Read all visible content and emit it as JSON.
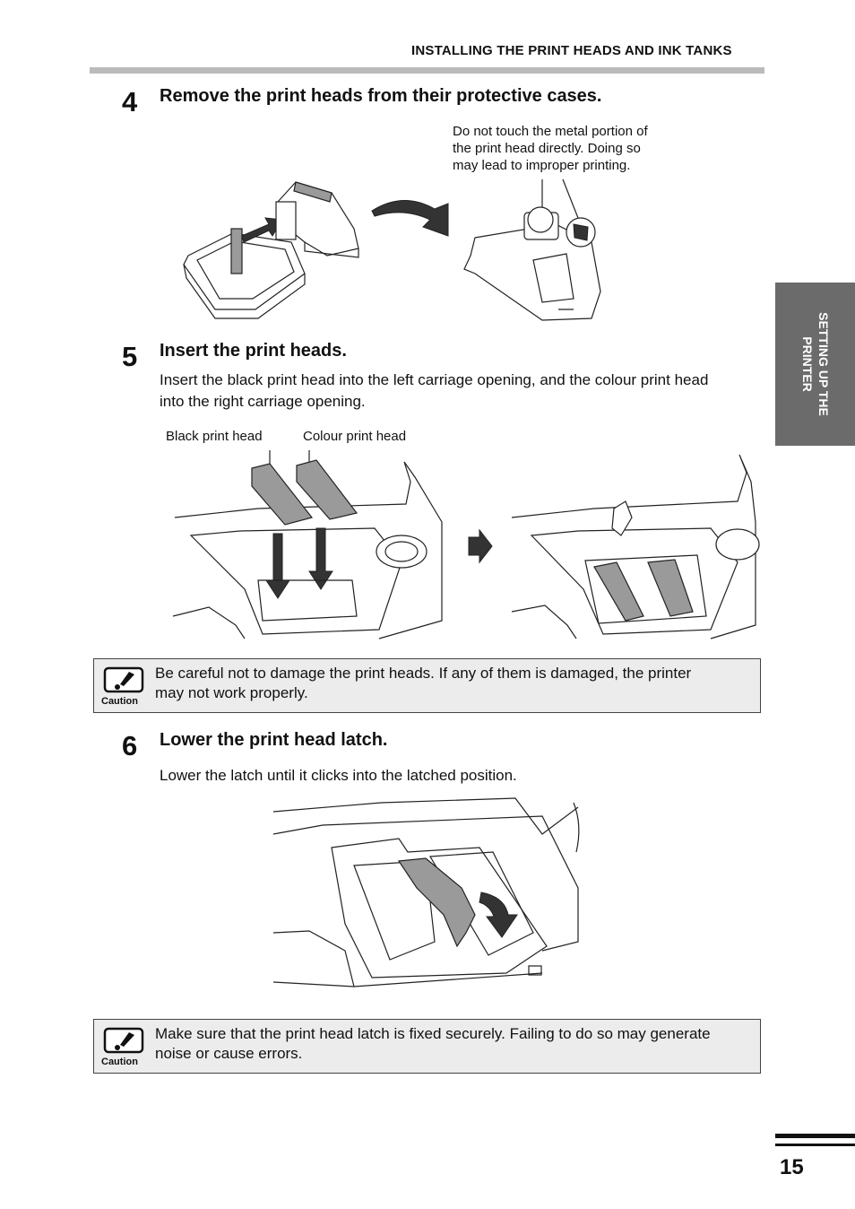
{
  "header": {
    "title": "INSTALLING THE PRINT HEADS AND INK TANKS"
  },
  "side_tab": {
    "label_line1": "SETTING UP THE",
    "label_line2": "PRINTER"
  },
  "steps": [
    {
      "number": "4",
      "title": "Remove the print heads from their protective cases.",
      "note": [
        "Do not touch the metal portion of",
        "the print head directly. Doing so",
        "may lead to improper printing."
      ]
    },
    {
      "number": "5",
      "title": "Insert the print heads.",
      "text": [
        "Insert the black print head into the left carriage opening, and the colour print head",
        "into the right carriage opening."
      ],
      "labels": {
        "black": "Black print head",
        "colour": "Colour print head"
      }
    },
    {
      "number": "6",
      "title": "Lower the print head latch.",
      "text": "Lower the latch until it clicks into the latched position."
    }
  ],
  "cautions": [
    {
      "label": "Caution",
      "lines": [
        "Be careful not to damage the print heads. If any of them is damaged, the printer",
        "may not work properly."
      ]
    },
    {
      "label": "Caution",
      "lines": [
        "Make sure that the print head latch is fixed securely. Failing to do so may generate",
        "noise or cause errors."
      ]
    }
  ],
  "page": {
    "number": "15"
  }
}
